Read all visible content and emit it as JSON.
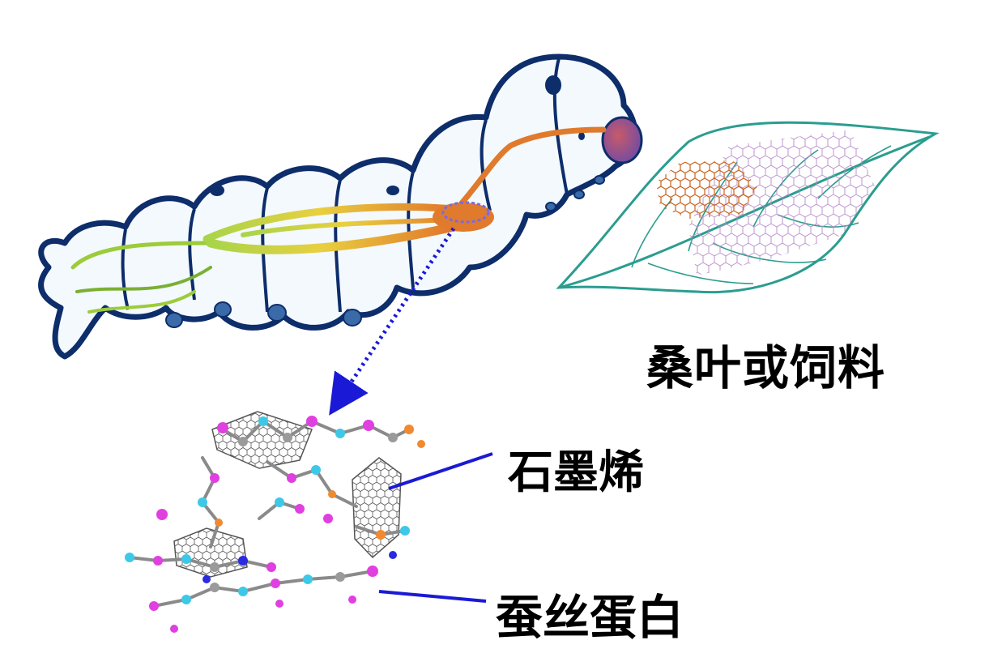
{
  "labels": {
    "feed": "桑叶或饲料",
    "graphene": "石墨烯",
    "silk_fibroin": "蚕丝蛋白"
  },
  "colors": {
    "outline": "#0d2d6b",
    "body_fill": "#f4f9fd",
    "gut_green": "#9ccc3a",
    "gut_yellow": "#e6c93a",
    "gut_orange": "#e07a2c",
    "leaf_outline": "#2a9d8f",
    "graphene_orange": "#c8641e",
    "graphene_purple": "#b58ac8",
    "pointer_line": "#1a1ad6",
    "atom_pink": "#e040e0",
    "atom_cyan": "#3ec8e8",
    "atom_orange": "#f08a30",
    "atom_gray": "#9a9a9a",
    "atom_blue": "#2a2ae0"
  },
  "icons": {
    "silkworm": "silkworm-illustration",
    "leaf": "mulberry-leaf-illustration",
    "molecule": "silk-graphene-molecular-network"
  }
}
